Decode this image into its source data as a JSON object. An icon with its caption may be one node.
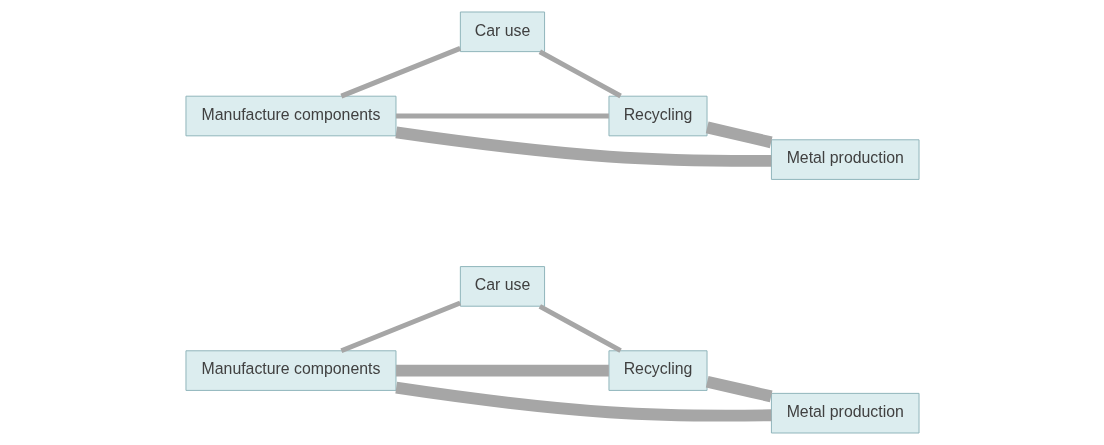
{
  "diagram": {
    "nodes": [
      {
        "text": [
          "Manufacture components"
        ]
      },
      {
        "text": [
          "Metal production"
        ]
      },
      {
        "text": [
          "Car use"
        ]
      },
      {
        "text": [
          "Recycling"
        ]
      },
      {
        "text": [
          "Manufacture components"
        ]
      },
      {
        "text": [
          "Metal production"
        ]
      },
      {
        "text": [
          "Car use"
        ]
      },
      {
        "text": [
          "Recycling"
        ]
      }
    ],
    "edges": [
      {
        "from": 1,
        "to": 0,
        "arrow": "none",
        "style": "thick"
      },
      {
        "from": 0,
        "to": 2,
        "arrow": "none"
      },
      {
        "from": 2,
        "to": 3,
        "arrow": "none"
      },
      {
        "from": 3,
        "to": 1,
        "arrow": "none",
        "style": "thick"
      },
      {
        "from": 0,
        "to": 3,
        "arrow": "none",
        "style": "thick"
      },
      {
        "from": 5,
        "to": 4,
        "arrow": "none",
        "style": "thick"
      },
      {
        "from": 4,
        "to": 6,
        "arrow": "none"
      },
      {
        "from": 6,
        "to": 7,
        "arrow": "none"
      },
      {
        "from": 7,
        "to": 5,
        "arrow": "none",
        "style": "thick"
      },
      {
        "from": 4,
        "to": 7,
        "arrow": "none"
      }
    ]
  }
}
